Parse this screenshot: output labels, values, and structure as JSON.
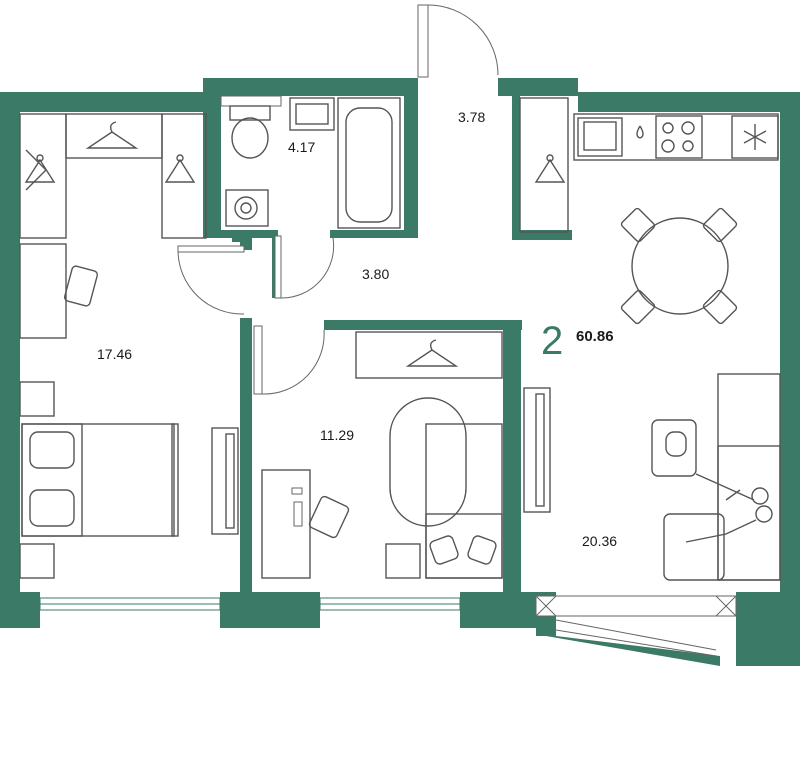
{
  "colors": {
    "wall": "#3b7a67",
    "furniture": "#555555",
    "background": "#ffffff"
  },
  "apartment": {
    "rooms": "2",
    "total_area": "60.86"
  },
  "areas": {
    "bedroom": "17.46",
    "bathroom": "4.17",
    "entrance": "3.78",
    "hallway": "3.80",
    "kitchen_living": "20.36",
    "kids_room": "11.29"
  },
  "icons": [
    "hanger-icon",
    "bathtub-icon",
    "toilet-icon",
    "sink-icon",
    "washing-machine-icon",
    "stove-icon",
    "fridge-icon",
    "bed-icon",
    "sofa-icon",
    "desk-icon",
    "chair-icon",
    "dining-table-icon",
    "wardrobe-icon",
    "tv-icon",
    "person-icon"
  ]
}
